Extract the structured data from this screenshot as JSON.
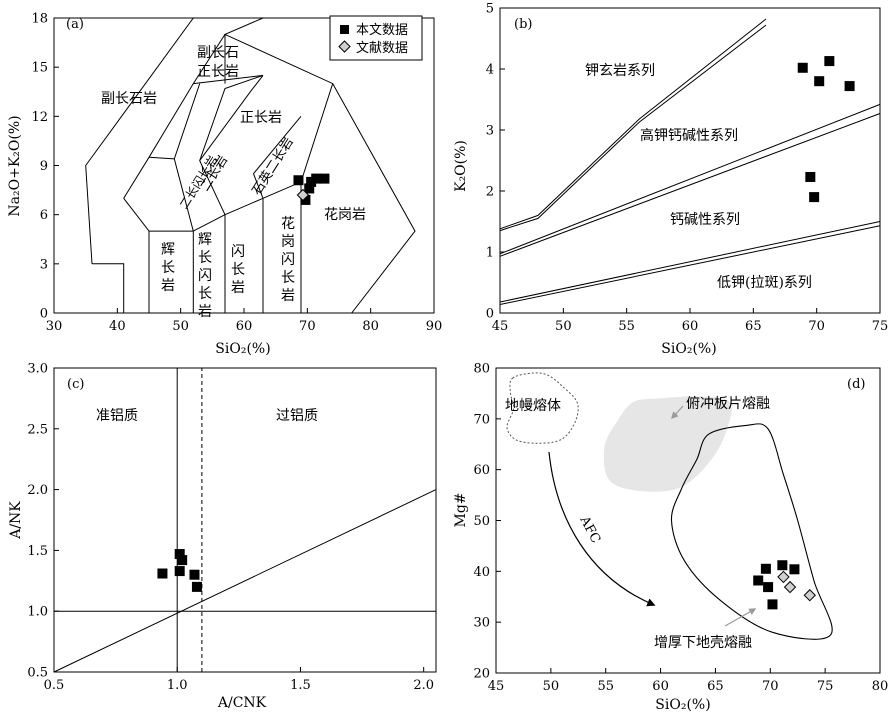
{
  "chart_data": [
    {
      "id": "a",
      "type": "scatter",
      "panel_label": "(a)",
      "xlabel": "SiO₂(%)",
      "ylabel": "Na₂O+K₂O(%)",
      "xlim": [
        30,
        90
      ],
      "ylim": [
        0,
        18
      ],
      "xticks": [
        30,
        40,
        50,
        60,
        70,
        80,
        90
      ],
      "yticks": [
        0,
        3,
        6,
        9,
        12,
        15,
        18
      ],
      "legend_position": "top-right",
      "legend": [
        {
          "name": "本文数据",
          "marker": "filled-square",
          "color": "#000000"
        },
        {
          "name": "文献数据",
          "marker": "gray-diamond",
          "color": "#cccccc"
        }
      ],
      "field_labels": [
        "副长石岩",
        "副长石正长岩",
        "正长岩",
        "二长岩",
        "二长闪长岩",
        "石英二长岩",
        "花岗岩",
        "辉长岩",
        "辉长闪长岩",
        "闪长岩",
        "花岗闪长岩"
      ],
      "field_boundaries": [
        {
          "name": "outer",
          "points": [
            [
              36,
              3
            ],
            [
              41,
              3
            ],
            [
              41,
              0
            ]
          ]
        },
        {
          "name": "outer-left",
          "points": [
            [
              36,
              3
            ],
            [
              35,
              9
            ],
            [
              52,
              18
            ],
            [
              63,
              18
            ]
          ]
        },
        {
          "name": "right",
          "points": [
            [
              63,
              18
            ],
            [
              57,
              17
            ],
            [
              74,
              14
            ],
            [
              87,
              5
            ],
            [
              77,
              0
            ]
          ]
        },
        {
          "name": "inner1",
          "points": [
            [
              41,
              7
            ],
            [
              45,
              9.5
            ],
            [
              52,
              14
            ],
            [
              57,
              17
            ]
          ]
        },
        {
          "name": "inner2",
          "points": [
            [
              45,
              0
            ],
            [
              45,
              5
            ],
            [
              41,
              7
            ]
          ]
        },
        {
          "name": "inner3",
          "points": [
            [
              45,
              5
            ],
            [
              52,
              5
            ],
            [
              52,
              0
            ]
          ]
        },
        {
          "name": "inner4",
          "points": [
            [
              52,
              5
            ],
            [
              57,
              6
            ],
            [
              63,
              7
            ],
            [
              69,
              8
            ],
            [
              74,
              14
            ]
          ]
        },
        {
          "name": "inner5",
          "points": [
            [
              52,
              5
            ],
            [
              49,
              9.4
            ],
            [
              45,
              9.5
            ]
          ]
        },
        {
          "name": "inner6",
          "points": [
            [
              57,
              6
            ],
            [
              53,
              9.3
            ],
            [
              57,
              13.7
            ],
            [
              63,
              14.5
            ]
          ]
        },
        {
          "name": "inner7",
          "points": [
            [
              57,
              6
            ],
            [
              57,
              0
            ]
          ]
        },
        {
          "name": "inner8",
          "points": [
            [
              63,
              7
            ],
            [
              63,
              0
            ]
          ]
        },
        {
          "name": "inner9",
          "points": [
            [
              63,
              7
            ],
            [
              61.5,
              8.5
            ],
            [
              69,
              12
            ]
          ]
        },
        {
          "name": "inner10",
          "points": [
            [
              49,
              9.4
            ],
            [
              53,
              14
            ]
          ]
        },
        {
          "name": "inner11",
          "points": [
            [
              53,
              9.3
            ],
            [
              61,
              13.5
            ]
          ]
        },
        {
          "name": "inner12",
          "points": [
            [
              69,
              8
            ],
            [
              69,
              0
            ]
          ]
        },
        {
          "name": "inner13",
          "points": [
            [
              52,
              14
            ],
            [
              63,
              14.5
            ]
          ]
        },
        {
          "name": "inner14",
          "points": [
            [
              57,
              17
            ],
            [
              57,
              14
            ]
          ]
        },
        {
          "name": "inner15",
          "points": [
            [
              61,
              13.5
            ],
            [
              63,
              14.5
            ]
          ]
        }
      ],
      "series": [
        {
          "name": "本文数据",
          "marker": "filled-square",
          "x": [
            68.6,
            70.3,
            70.6,
            71.4,
            72.7,
            69.7
          ],
          "y": [
            8.1,
            7.6,
            8.0,
            8.2,
            8.2,
            6.9
          ]
        },
        {
          "name": "文献数据",
          "marker": "gray-diamond",
          "x": [
            69.3
          ],
          "y": [
            7.2
          ]
        }
      ]
    },
    {
      "id": "b",
      "type": "scatter",
      "panel_label": "(b)",
      "xlabel": "SiO₂(%)",
      "ylabel": "K₂O(%)",
      "xlim": [
        45,
        75
      ],
      "ylim": [
        0,
        5
      ],
      "xticks": [
        45,
        50,
        55,
        60,
        65,
        70,
        75
      ],
      "yticks": [
        0,
        1,
        2,
        3,
        4,
        5
      ],
      "field_labels": [
        "钾玄岩系列",
        "高钾钙碱性系列",
        "钙碱性系列",
        "低钾(拉斑)系列"
      ],
      "boundaries": [
        {
          "points": [
            [
              45,
              1.38
            ],
            [
              48,
              1.6
            ],
            [
              56,
              3.18
            ],
            [
              66,
              4.82
            ]
          ]
        },
        {
          "points": [
            [
              45,
              1.35
            ],
            [
              48,
              1.55
            ],
            [
              56,
              3.13
            ],
            [
              66,
              4.72
            ]
          ]
        },
        {
          "points": [
            [
              45,
              0.97
            ],
            [
              75,
              3.42
            ]
          ]
        },
        {
          "points": [
            [
              45,
              0.93
            ],
            [
              75,
              3.27
            ]
          ]
        },
        {
          "points": [
            [
              45,
              0.18
            ],
            [
              75,
              1.5
            ]
          ]
        },
        {
          "points": [
            [
              45,
              0.14
            ],
            [
              75,
              1.43
            ]
          ]
        }
      ],
      "series": [
        {
          "name": "本文数据",
          "marker": "filled-square",
          "x": [
            68.9,
            70.2,
            71.0,
            72.6,
            69.5,
            69.8
          ],
          "y": [
            4.02,
            3.8,
            4.13,
            3.72,
            2.23,
            1.9
          ]
        }
      ]
    },
    {
      "id": "c",
      "type": "scatter",
      "panel_label": "(c)",
      "xlabel": "A/CNK",
      "ylabel": "A/NK",
      "xlim": [
        0.5,
        2.05
      ],
      "ylim": [
        0.5,
        3.0
      ],
      "xticks": [
        0.5,
        1.0,
        1.5,
        2.0
      ],
      "yticks": [
        0.5,
        1.0,
        1.5,
        2.0,
        2.5,
        3.0
      ],
      "xtick_labels": [
        "0.5",
        "1.0",
        "1.5",
        "2.0"
      ],
      "ytick_labels": [
        "0.5",
        "1.0",
        "1.5",
        "2.0",
        "2.5",
        "3.0"
      ],
      "field_labels": [
        "准铝质",
        "过铝质"
      ],
      "lines": [
        {
          "style": "solid",
          "points": [
            [
              1.0,
              0.5
            ],
            [
              1.0,
              3.0
            ]
          ]
        },
        {
          "style": "dashed",
          "points": [
            [
              1.1,
              0.5
            ],
            [
              1.1,
              3.0
            ]
          ]
        },
        {
          "style": "solid",
          "points": [
            [
              0.5,
              1.0
            ],
            [
              2.05,
              1.0
            ]
          ]
        },
        {
          "style": "solid",
          "points": [
            [
              0.5,
              0.5
            ],
            [
              2.05,
              2.0
            ]
          ]
        }
      ],
      "series": [
        {
          "name": "本文数据",
          "marker": "filled-square",
          "x": [
            0.94,
            1.01,
            1.02,
            1.01,
            1.07,
            1.08
          ],
          "y": [
            1.31,
            1.47,
            1.42,
            1.33,
            1.3,
            1.2
          ]
        }
      ]
    },
    {
      "id": "d",
      "type": "scatter",
      "panel_label": "(d)",
      "xlabel": "SiO₂(%)",
      "ylabel": "Mg#",
      "xlim": [
        45,
        80
      ],
      "ylim": [
        20,
        80
      ],
      "xticks": [
        45,
        50,
        55,
        60,
        65,
        70,
        75,
        80
      ],
      "yticks": [
        20,
        30,
        40,
        50,
        60,
        70,
        80
      ],
      "annotations": [
        "地幔熔体",
        "俯冲板片熔融",
        "AFC",
        "增厚下地壳熔融"
      ],
      "regions": [
        {
          "name": "地幔熔体",
          "style": "dotted",
          "points": [
            [
              46.5,
              78
            ],
            [
              48.3,
              79
            ],
            [
              49.7,
              78.6
            ],
            [
              51,
              76.5
            ],
            [
              52.4,
              73.2
            ],
            [
              52.2,
              69.3
            ],
            [
              51,
              66
            ],
            [
              49,
              65.2
            ],
            [
              46.9,
              65.8
            ],
            [
              46,
              68.3
            ],
            [
              46.6,
              72
            ],
            [
              46.3,
              75.3
            ]
          ]
        },
        {
          "name": "俯冲板片熔融",
          "style": "gray-fill",
          "points": [
            [
              59.8,
              74
            ],
            [
              63.4,
              74.4
            ],
            [
              66.3,
              73.3
            ],
            [
              66,
              67.6
            ],
            [
              64.5,
              61.6
            ],
            [
              61.8,
              56.5
            ],
            [
              58.1,
              55.8
            ],
            [
              55.3,
              58
            ],
            [
              54.9,
              64.6
            ],
            [
              56.1,
              69.7
            ],
            [
              57.5,
              73.3
            ]
          ]
        },
        {
          "name": "增厚下地壳熔融",
          "style": "solid",
          "points": [
            [
              64.4,
              67
            ],
            [
              67.8,
              68.7
            ],
            [
              69.8,
              68
            ],
            [
              71.2,
              59
            ],
            [
              72.5,
              50
            ],
            [
              74,
              38
            ],
            [
              75.5,
              27.5
            ],
            [
              70.2,
              28
            ],
            [
              65.5,
              34.2
            ],
            [
              62.2,
              42
            ],
            [
              61,
              50
            ],
            [
              61.9,
              56.2
            ],
            [
              63.3,
              62
            ]
          ]
        }
      ],
      "series": [
        {
          "name": "本文数据",
          "marker": "filled-square",
          "x": [
            68.9,
            69.6,
            69.8,
            71.1,
            72.2,
            70.2
          ],
          "y": [
            38.2,
            40.5,
            36.9,
            41.2,
            40.4,
            33.5
          ]
        },
        {
          "name": "文献数据",
          "marker": "gray-diamond",
          "x": [
            71.2,
            71.8,
            73.6
          ],
          "y": [
            38.9,
            36.9,
            35.3
          ]
        }
      ]
    }
  ]
}
